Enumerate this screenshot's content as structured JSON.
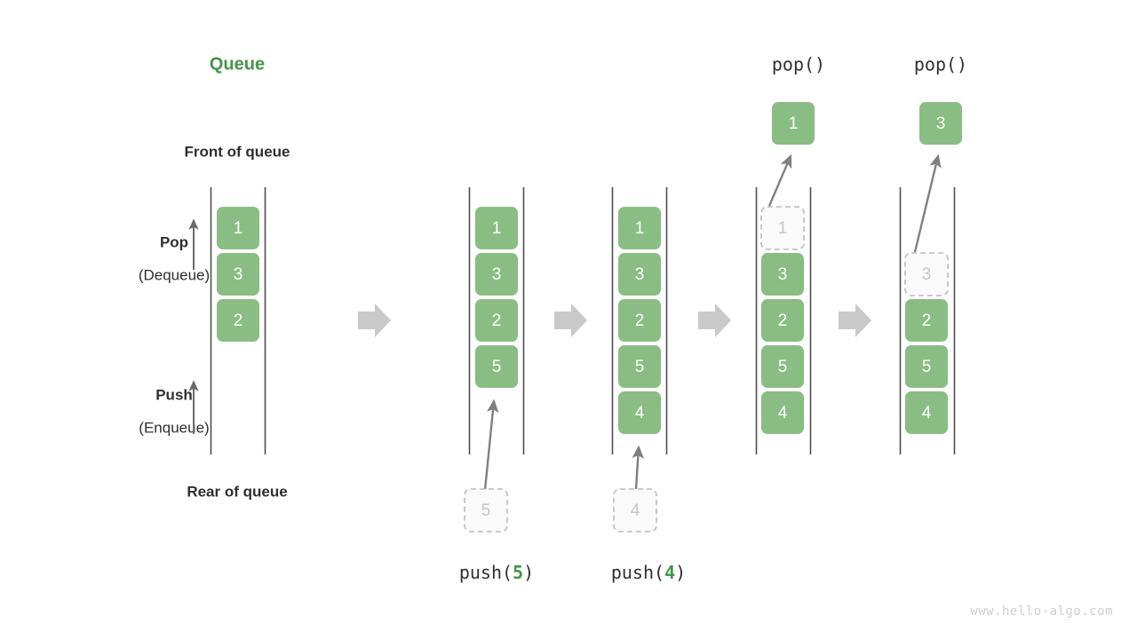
{
  "title": {
    "text": "Queue",
    "color": "#46944a"
  },
  "colors": {
    "box_fill": "#8abd84",
    "box_text": "#ffffff",
    "ghost_fill": "#fafafa",
    "ghost_stroke": "#c3c3c3",
    "ghost_text": "#c6c6c6",
    "rail": "#4d4d4d",
    "flow_arrow": "#c9c9c9",
    "motion_arrow": "#808080",
    "label_text": "#2f2f2f",
    "accent_green": "#46944a",
    "watermark": "#cfcfcf"
  },
  "labels": {
    "front_of_queue": "Front of queue",
    "rear_of_queue": "Rear of queue",
    "pop_title": "Pop",
    "pop_sub": "(Dequeue)",
    "push_title": "Push",
    "push_sub": "(Enqueue)"
  },
  "operations": {
    "push5": {
      "prefix": "push(",
      "arg": "5",
      "suffix": ")"
    },
    "push4": {
      "prefix": "push(",
      "arg": "4",
      "suffix": ")"
    },
    "pop_a": "pop()",
    "pop_b": "pop()"
  },
  "stages": [
    {
      "name": "initial-queue",
      "boxes": [
        "1",
        "3",
        "2"
      ],
      "ghost_index": -1
    },
    {
      "name": "after-push-5",
      "boxes": [
        "1",
        "3",
        "2",
        "5"
      ],
      "ghost_index": -1,
      "incoming_value": "5"
    },
    {
      "name": "after-push-4",
      "boxes": [
        "1",
        "3",
        "2",
        "5",
        "4"
      ],
      "ghost_index": -1,
      "incoming_value": "4"
    },
    {
      "name": "after-pop-1",
      "boxes": [
        "1",
        "3",
        "2",
        "5",
        "4"
      ],
      "ghost_index": 0,
      "popped_value": "1"
    },
    {
      "name": "after-pop-3",
      "boxes": [
        "3",
        "2",
        "5",
        "4"
      ],
      "ghost_index": 0,
      "popped_value": "3"
    }
  ],
  "watermark": "www.hello-algo.com"
}
